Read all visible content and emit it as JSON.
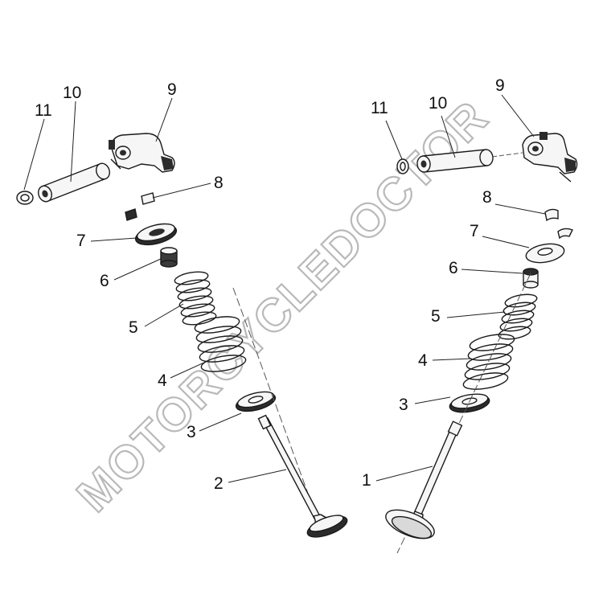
{
  "watermark": "MOTORCYCLEDOCTOR",
  "callouts": {
    "left": [
      "11",
      "10",
      "9",
      "8",
      "7",
      "6",
      "5",
      "4",
      "3",
      "2"
    ],
    "right": [
      "11",
      "10",
      "9",
      "8",
      "7",
      "6",
      "5",
      "4",
      "3",
      "1"
    ]
  },
  "colors": {
    "line": "#1a1a1a",
    "part_fill": "#f6f6f6",
    "shade": "#2b2b2b",
    "watermark": "#b9b9b9"
  }
}
